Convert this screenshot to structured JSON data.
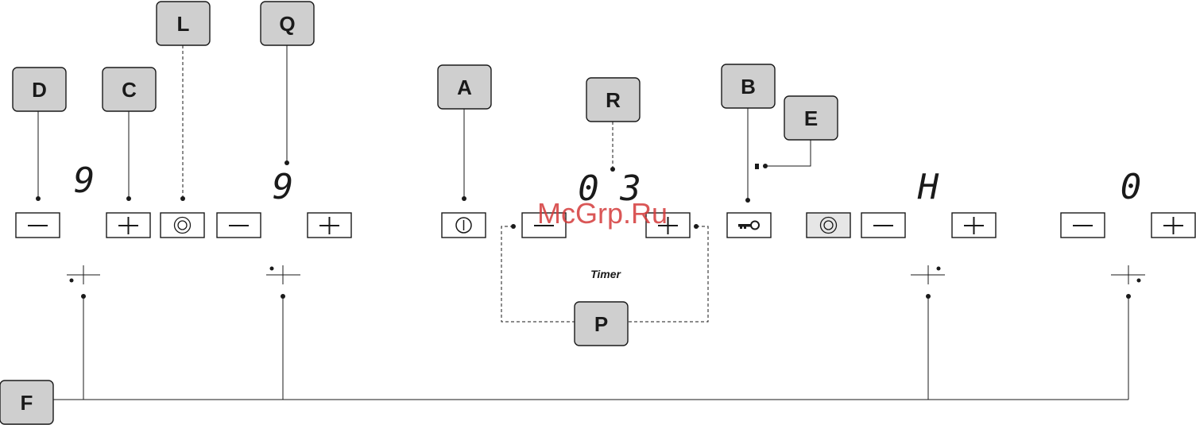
{
  "callouts": {
    "D": "D",
    "C": "C",
    "L": "L",
    "Q": "Q",
    "A": "A",
    "R": "R",
    "B": "B",
    "E": "E",
    "P": "P",
    "F": "F"
  },
  "displays": {
    "zone1_level": "9",
    "zone2_level": "9",
    "timer_value": "0 3",
    "zone3_level": "H",
    "zone4_level": "0"
  },
  "timer_label": "Timer",
  "watermark": "McGrp.Ru",
  "icons": {
    "minus": "minus-icon",
    "plus": "plus-icon",
    "bridge": "bridge-circle-icon",
    "power": "power-icon",
    "lock": "key-lock-icon",
    "zone_indicator": "cooking-zone-indicator-icon"
  }
}
